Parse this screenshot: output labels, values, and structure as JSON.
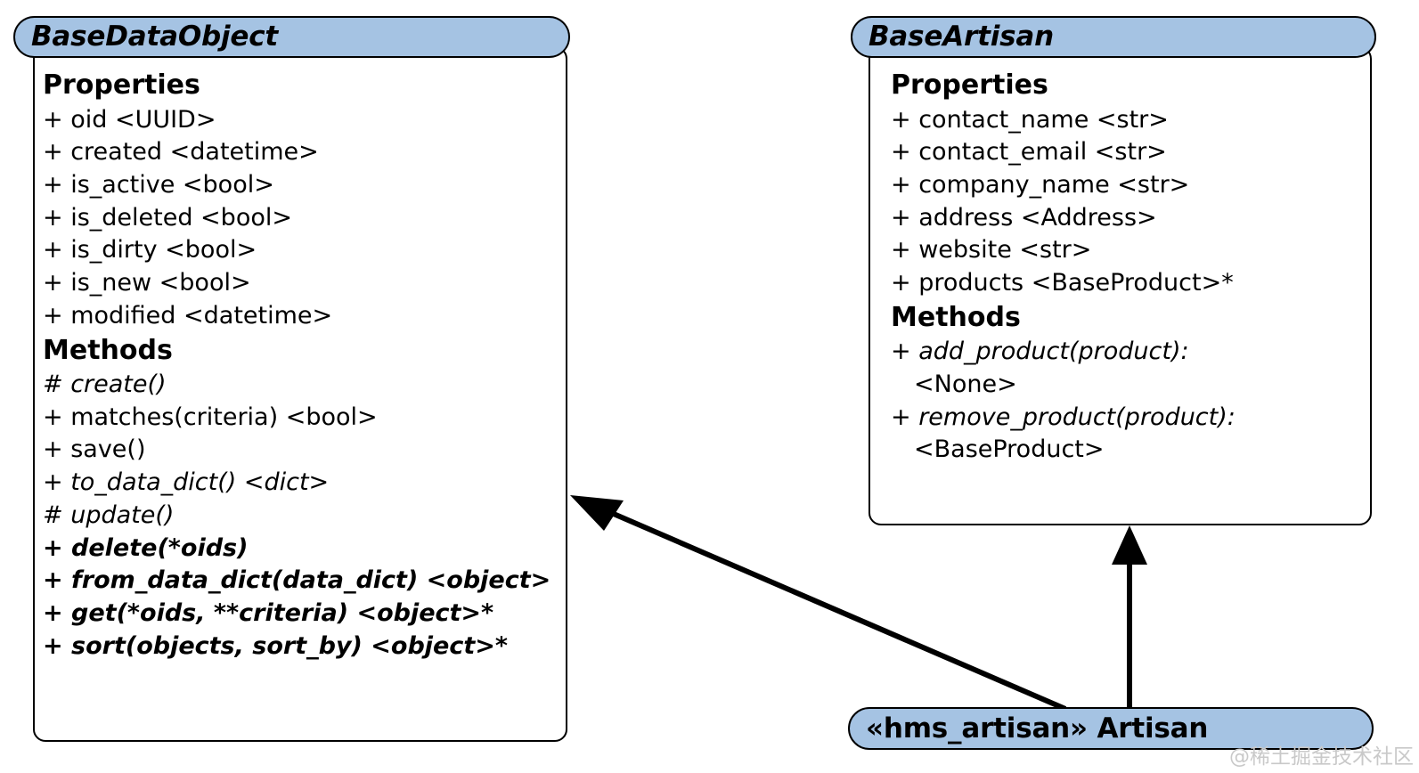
{
  "diagram": {
    "type": "uml-class-diagram",
    "colors": {
      "header_fill": "#a5c3e3",
      "body_fill": "#ffffff",
      "stroke": "#000000",
      "watermark": "#c9c9c9"
    },
    "watermark": "@稀土掘金技术社区"
  },
  "classes": [
    {
      "id": "base-data-object",
      "name": "BaseDataObject",
      "abstract": true,
      "sections": [
        {
          "heading": "Properties",
          "members": [
            {
              "text": "+ oid <UUID>",
              "style": "normal"
            },
            {
              "text": "+ created <datetime>",
              "style": "normal"
            },
            {
              "text": "+ is_active <bool>",
              "style": "normal"
            },
            {
              "text": "+ is_deleted <bool>",
              "style": "normal"
            },
            {
              "text": "+ is_dirty <bool>",
              "style": "normal"
            },
            {
              "text": "+ is_new <bool>",
              "style": "normal"
            },
            {
              "text": "+ modified <datetime>",
              "style": "normal"
            }
          ]
        },
        {
          "heading": "Methods",
          "members": [
            {
              "text": "# create()",
              "style": "italic"
            },
            {
              "text": "+ matches(criteria) <bool>",
              "style": "normal"
            },
            {
              "text": "+ save()",
              "style": "normal"
            },
            {
              "text": "+ to_data_dict() <dict>",
              "style": "italic"
            },
            {
              "text": "# update()",
              "style": "italic"
            },
            {
              "text": "+ delete(*oids)",
              "style": "bolditalic"
            },
            {
              "text": "+ from_data_dict(data_dict) <object>",
              "style": "bolditalic"
            },
            {
              "text": "+ get(*oids, **criteria) <object>*",
              "style": "bolditalic"
            },
            {
              "text": "+ sort(objects, sort_by) <object>*",
              "style": "bolditalic"
            }
          ]
        }
      ]
    },
    {
      "id": "base-artisan",
      "name": "BaseArtisan",
      "abstract": true,
      "sections": [
        {
          "heading": "Properties",
          "members": [
            {
              "text": "+ contact_name <str>",
              "style": "normal"
            },
            {
              "text": "+ contact_email <str>",
              "style": "normal"
            },
            {
              "text": "+ company_name <str>",
              "style": "normal"
            },
            {
              "text": "+ address <Address>",
              "style": "normal"
            },
            {
              "text": "+ website <str>",
              "style": "normal"
            },
            {
              "text": "+ products <BaseProduct>*",
              "style": "normal"
            }
          ]
        },
        {
          "heading": "Methods",
          "members": [
            {
              "text": "+ add_product(product):",
              "style": "italic"
            },
            {
              "text": "<None>",
              "style": "normal",
              "indent": true
            },
            {
              "text": "+ remove_product(product):",
              "style": "italic"
            },
            {
              "text": "<BaseProduct>",
              "style": "normal",
              "indent": true
            }
          ]
        }
      ]
    },
    {
      "id": "artisan",
      "name": "«hms_artisan» Artisan",
      "abstract": false,
      "sections": []
    }
  ],
  "relationships": [
    {
      "id": "artisan-to-basedataobject",
      "kind": "generalization",
      "from": "artisan",
      "to": "base-data-object",
      "arrowhead": "solid-filled"
    },
    {
      "id": "artisan-to-baseartisan",
      "kind": "generalization",
      "from": "artisan",
      "to": "base-artisan",
      "arrowhead": "solid-filled"
    }
  ]
}
